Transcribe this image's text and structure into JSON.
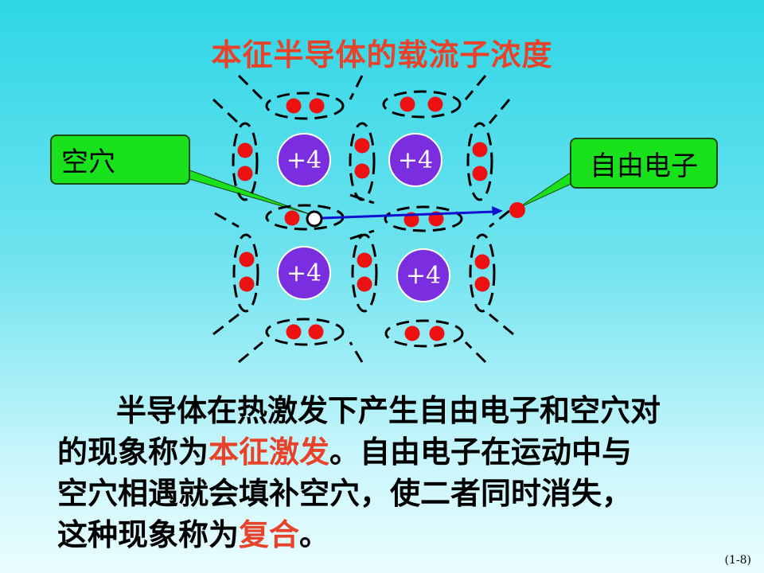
{
  "title": "本征半导体的载流子浓度",
  "nucleus_label": "+4",
  "callouts": {
    "hole": "空穴",
    "free_electron": "自由电子"
  },
  "body": {
    "l1": "半导体在热激发下产生自由电子和空穴对",
    "l2a": "的现象称为",
    "l2b": "本征激发",
    "l2c": "。自由电子在运动中与",
    "l3": "空穴相遇就会填补空穴，使二者同时消失，",
    "l4a": "这种现象称为",
    "l4b": "复合",
    "l4c": "。"
  },
  "page_number": "(1-8)",
  "colors": {
    "title": "#e8432a",
    "highlight": "#e8432a",
    "nucleus": "#7a2ee0",
    "electron": "#ee1111",
    "callout": "#19e21d",
    "arrow": "#1010d0"
  }
}
